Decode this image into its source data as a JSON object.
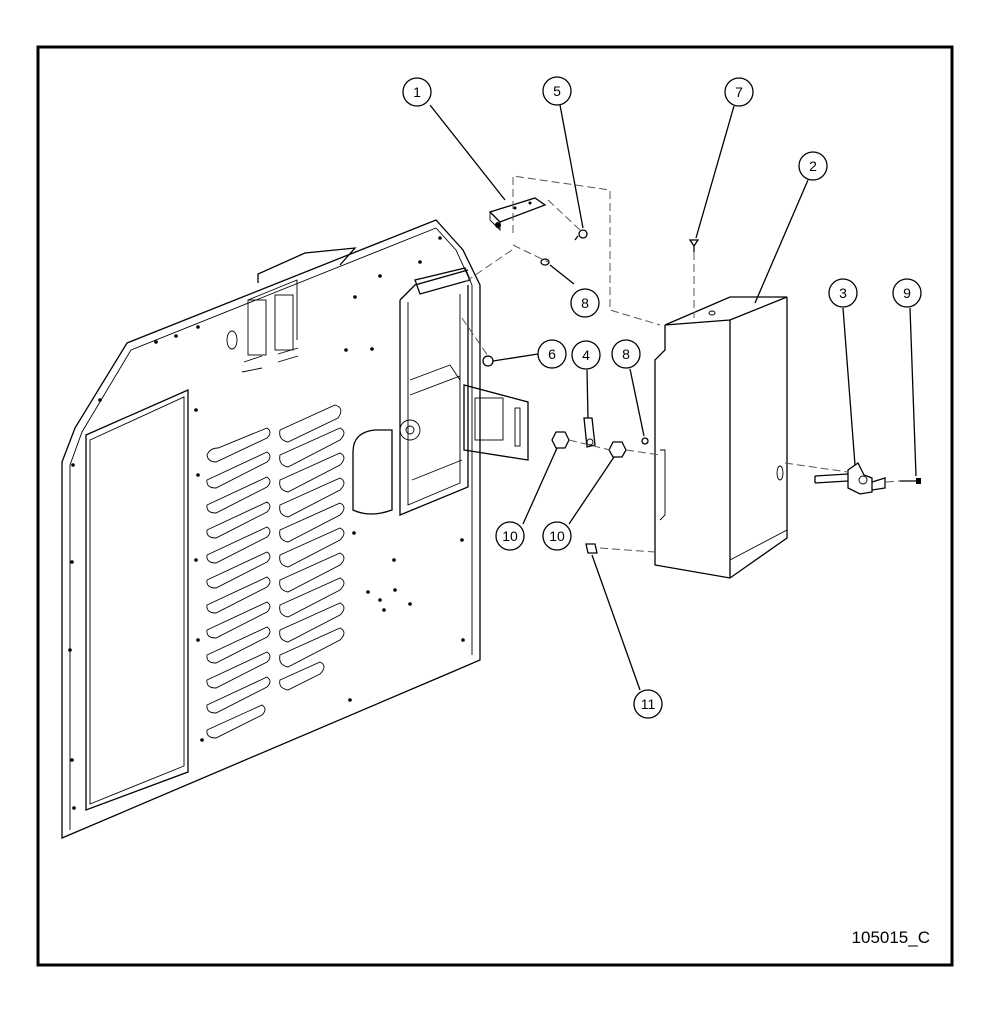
{
  "drawing_number": "105015_C",
  "callouts": [
    {
      "id": "callout-1",
      "label": "1"
    },
    {
      "id": "callout-5",
      "label": "5"
    },
    {
      "id": "callout-7",
      "label": "7"
    },
    {
      "id": "callout-2",
      "label": "2"
    },
    {
      "id": "callout-8a",
      "label": "8"
    },
    {
      "id": "callout-6",
      "label": "6"
    },
    {
      "id": "callout-4",
      "label": "4"
    },
    {
      "id": "callout-8b",
      "label": "8"
    },
    {
      "id": "callout-3",
      "label": "3"
    },
    {
      "id": "callout-9",
      "label": "9"
    },
    {
      "id": "callout-10a",
      "label": "10"
    },
    {
      "id": "callout-10b",
      "label": "10"
    },
    {
      "id": "callout-11",
      "label": "11"
    }
  ]
}
